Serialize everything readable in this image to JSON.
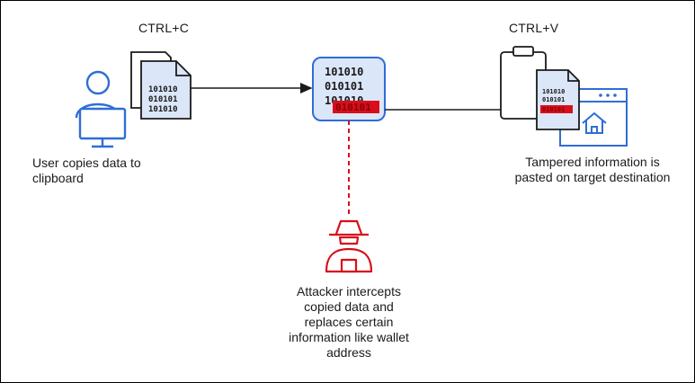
{
  "keys": {
    "copy": "CTRL+C",
    "paste": "CTRL+V"
  },
  "labels": {
    "user": "User copies data to clipboard",
    "attacker": "Attacker intercepts copied data and replaces certain information like wallet address",
    "destination": "Tampered information is pasted on target destination"
  },
  "binary_block": {
    "line1": "101010",
    "line2": "010101",
    "line3": "101010",
    "tampered": "010101"
  },
  "colors": {
    "blue": "#2f6dd6",
    "red": "#d80f1a",
    "dark": "#1a1a1a",
    "doc_fill": "#dbe6f8"
  },
  "icons": [
    "user-icon",
    "monitor-icon",
    "document-icon",
    "clipboard-data-icon",
    "clipboard-icon",
    "browser-window-icon",
    "hacker-icon"
  ]
}
